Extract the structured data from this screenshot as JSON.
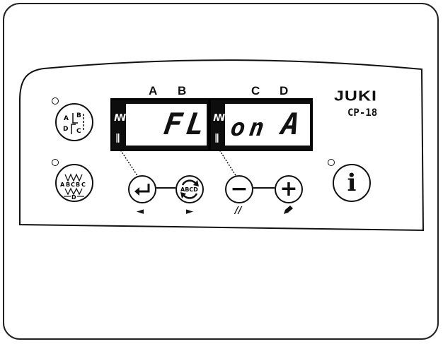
{
  "brand": {
    "logo": "JUKI",
    "model": "CP-18"
  },
  "display_left": {
    "label_a": "A",
    "label_b": "B",
    "stitch_upper_icon": "zigzag-stitch-icon",
    "stitch_lower_icon": "single-stitch-icon",
    "text": "FL"
  },
  "display_right": {
    "label_c": "C",
    "label_d": "D",
    "stitch_upper_icon": "zigzag-stitch-icon",
    "stitch_lower_icon": "single-stitch-icon",
    "text_left": "on",
    "text_right": "A"
  },
  "buttons": {
    "abcd_circle_top_labels": [
      "A",
      "B",
      "D",
      "C"
    ],
    "abcd_circle_bottom_labels": [
      "A",
      "B",
      "C",
      "B",
      "C",
      "D"
    ],
    "enter_icon": "enter-arrow-icon",
    "abcd_cycle_label": "ABCD",
    "minus_label": "−",
    "plus_label": "+",
    "info_label": "i",
    "left_arrow": "◄",
    "right_arrow": "►",
    "pencil_icon": "pencil-icon",
    "double_slash": "//"
  },
  "colors": {
    "display_background": "#0d0d0d",
    "screen": "#ffffff",
    "outline": "#111111"
  }
}
